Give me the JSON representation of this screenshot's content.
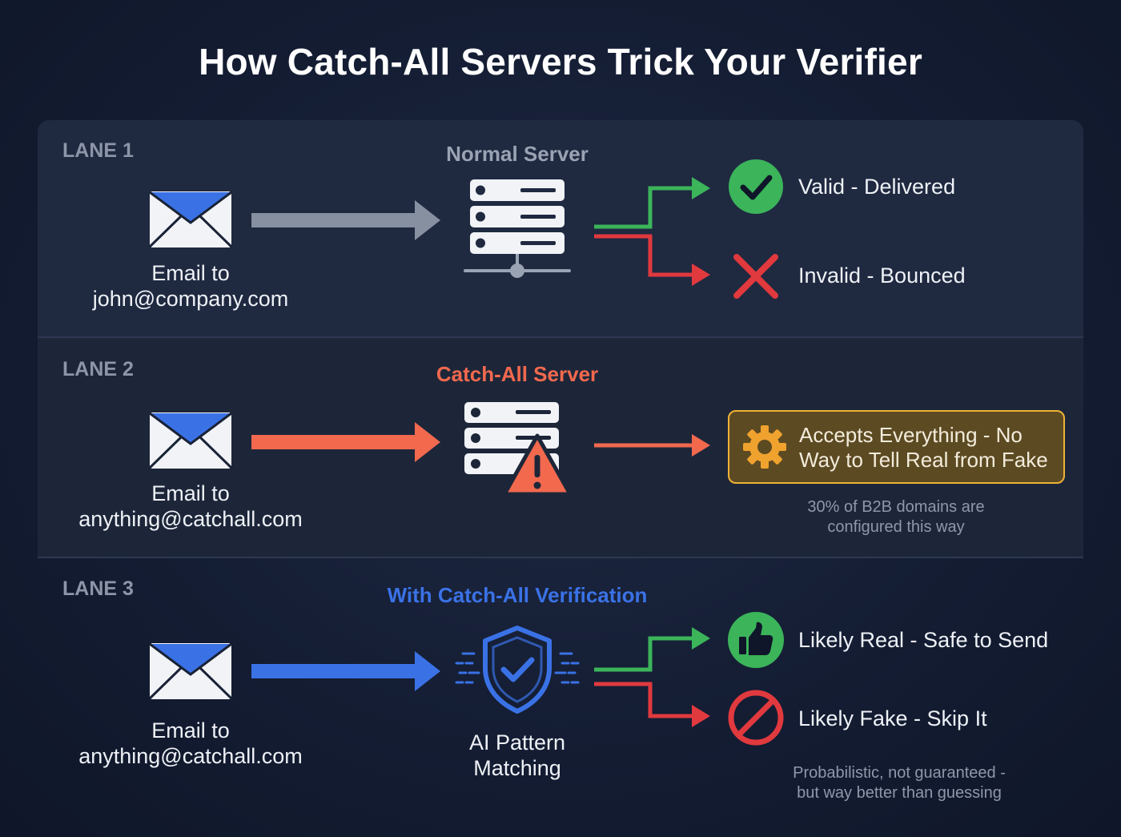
{
  "title": "How Catch-All Servers Trick Your Verifier",
  "colors": {
    "green": "#3bb45a",
    "red": "#e0393e",
    "orange": "#f2694e",
    "blue": "#3a72e6",
    "amber": "#f0b136",
    "gray_arrow": "#8790a0"
  },
  "lanes": [
    {
      "tag": "LANE 1",
      "server_title": "Normal Server",
      "email_caption_line1": "Email to",
      "email_caption_line2": "john@company.com",
      "server_icon": "server-icon",
      "outcomes": [
        {
          "label": "Valid - Delivered",
          "icon": "check-circle-icon"
        },
        {
          "label": "Invalid - Bounced",
          "icon": "x-mark-icon"
        }
      ]
    },
    {
      "tag": "LANE 2",
      "server_title": "Catch-All Server",
      "email_caption_line1": "Email to",
      "email_caption_line2": "anything@catchall.com",
      "server_icon": "server-warning-icon",
      "result_line1": "Accepts Everything - No",
      "result_line2": "Way to Tell Real from Fake",
      "result_icon": "gear-icon",
      "note_line1": "30% of B2B domains are",
      "note_line2": "configured this way"
    },
    {
      "tag": "LANE 3",
      "server_title": "With Catch-All Verification",
      "email_caption_line1": "Email to",
      "email_caption_line2": "anything@catchall.com",
      "engine_label_line1": "AI Pattern",
      "engine_label_line2": "Matching",
      "engine_icon": "shield-check-icon",
      "outcomes": [
        {
          "label": "Likely Real - Safe to Send",
          "icon": "thumbs-up-icon"
        },
        {
          "label": "Likely Fake - Skip It",
          "icon": "prohibited-icon"
        }
      ],
      "note_line1": "Probabilistic, not guaranteed -",
      "note_line2": "but way better than guessing"
    }
  ]
}
